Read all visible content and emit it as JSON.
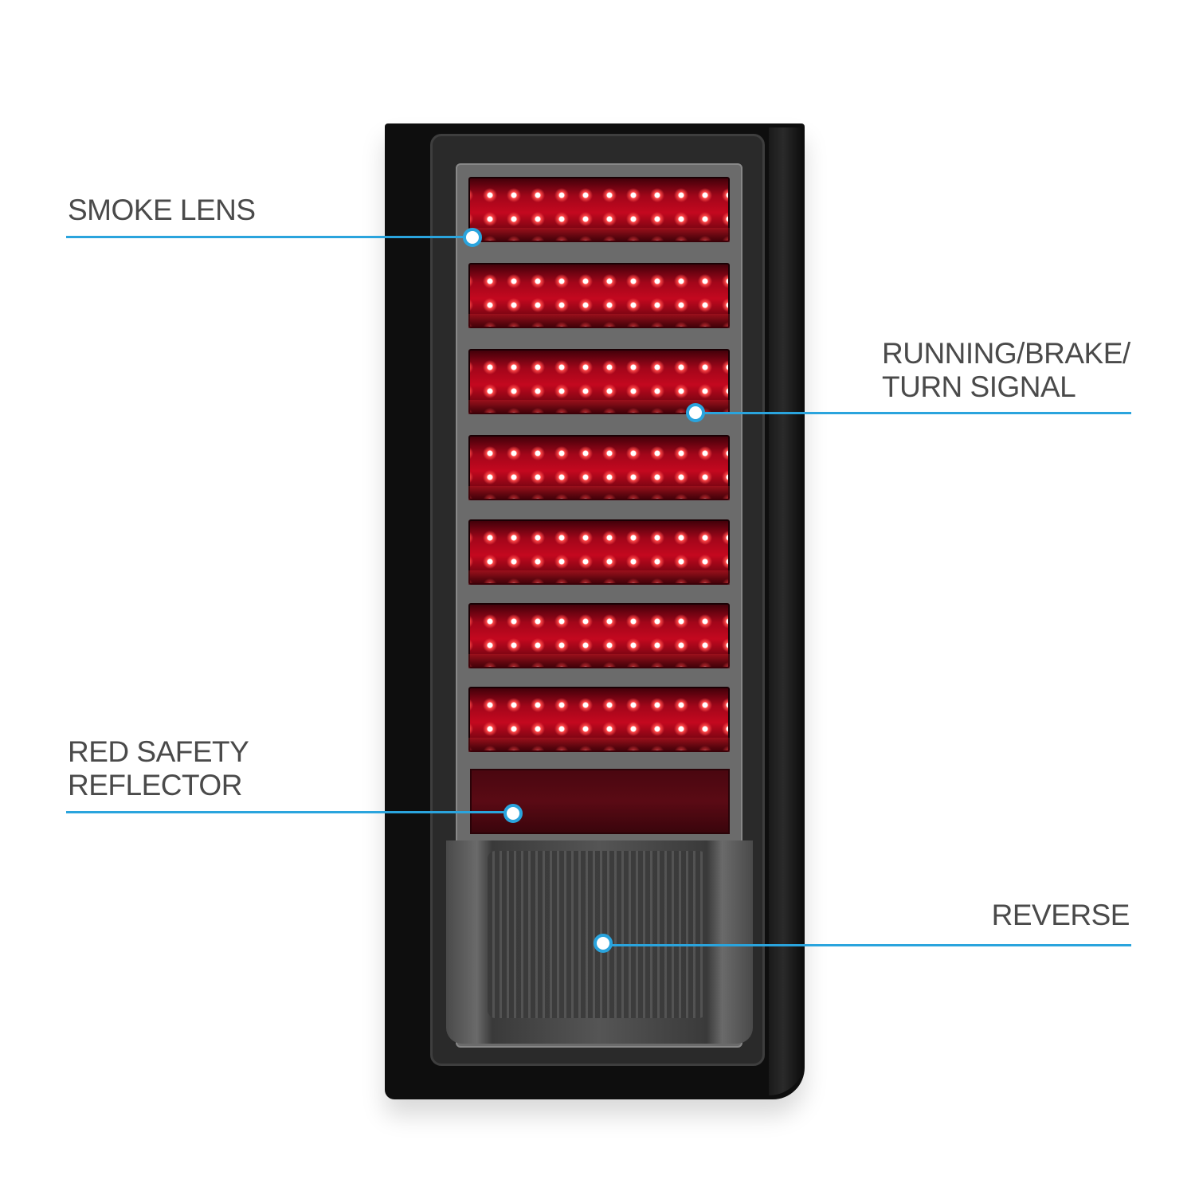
{
  "callouts": {
    "smoke_lens": {
      "label": "SMOKE LENS"
    },
    "running": {
      "line1": "RUNNING/BRAKE/",
      "line2": "TURN SIGNAL"
    },
    "reflector": {
      "line1": "RED SAFETY",
      "line2": "REFLECTOR"
    },
    "reverse": {
      "label": "REVERSE"
    }
  },
  "colors": {
    "accent": "#2aa4dd",
    "label_text": "#4a4a4a",
    "led_red": "#c4081f"
  }
}
